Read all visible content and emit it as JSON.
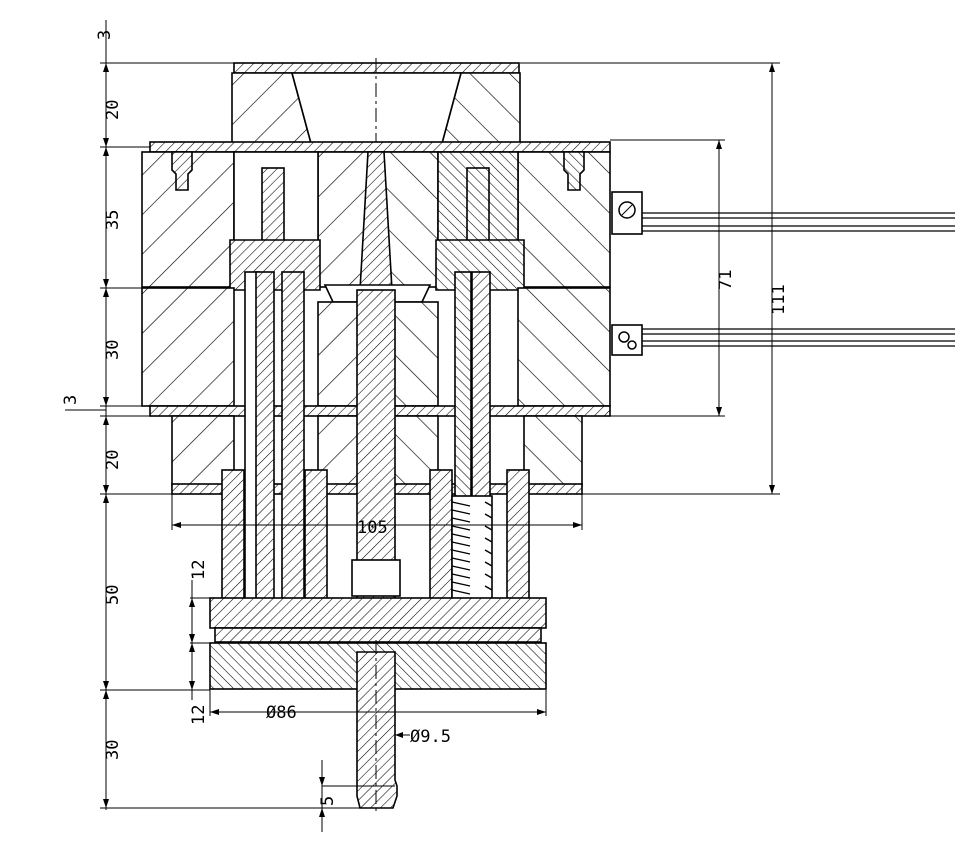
{
  "dimensions": {
    "left_stack": [
      "3",
      "20",
      "35",
      "30",
      "20",
      "50",
      "30"
    ],
    "plate_gap": "3",
    "pin_plate": [
      "12",
      "12"
    ],
    "right_71": "71",
    "right_111": "111",
    "width_105": "105",
    "dia_86": "Ø86",
    "dia_9_5": "Ø9.5",
    "tip_5": "5"
  },
  "colors": {
    "line": "#000000",
    "background": "#ffffff"
  }
}
